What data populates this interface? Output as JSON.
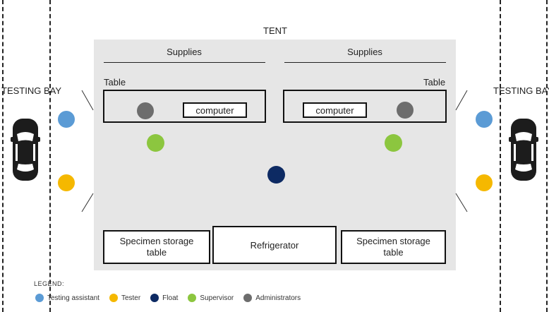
{
  "title": "TENT",
  "bays": {
    "left_label": "TESTING BAY",
    "right_label": "TESTING BAY"
  },
  "supplies": {
    "left": "Supplies",
    "right": "Supplies"
  },
  "tables": {
    "left_label": "Table",
    "right_label": "Table",
    "left_computer": "computer",
    "right_computer": "computer"
  },
  "bottom": {
    "storage_left": "Specimen storage table",
    "refrigerator": "Refrigerator",
    "storage_right": "Specimen storage table"
  },
  "legend": {
    "title": "LEGEND:",
    "items": [
      {
        "label": "Testing assistant",
        "color": "#5b9bd5"
      },
      {
        "label": "Tester",
        "color": "#f5b800"
      },
      {
        "label": "Float",
        "color": "#0d2a63"
      },
      {
        "label": "Supervisor",
        "color": "#8cc63f"
      },
      {
        "label": "Administrators",
        "color": "#6d6d6d"
      }
    ]
  },
  "colors": {
    "testing_assistant": "#5b9bd5",
    "tester": "#f5b800",
    "float": "#0d2a63",
    "supervisor": "#8cc63f",
    "administrator": "#6d6d6d",
    "tent_fill": "#e6e6e6"
  }
}
